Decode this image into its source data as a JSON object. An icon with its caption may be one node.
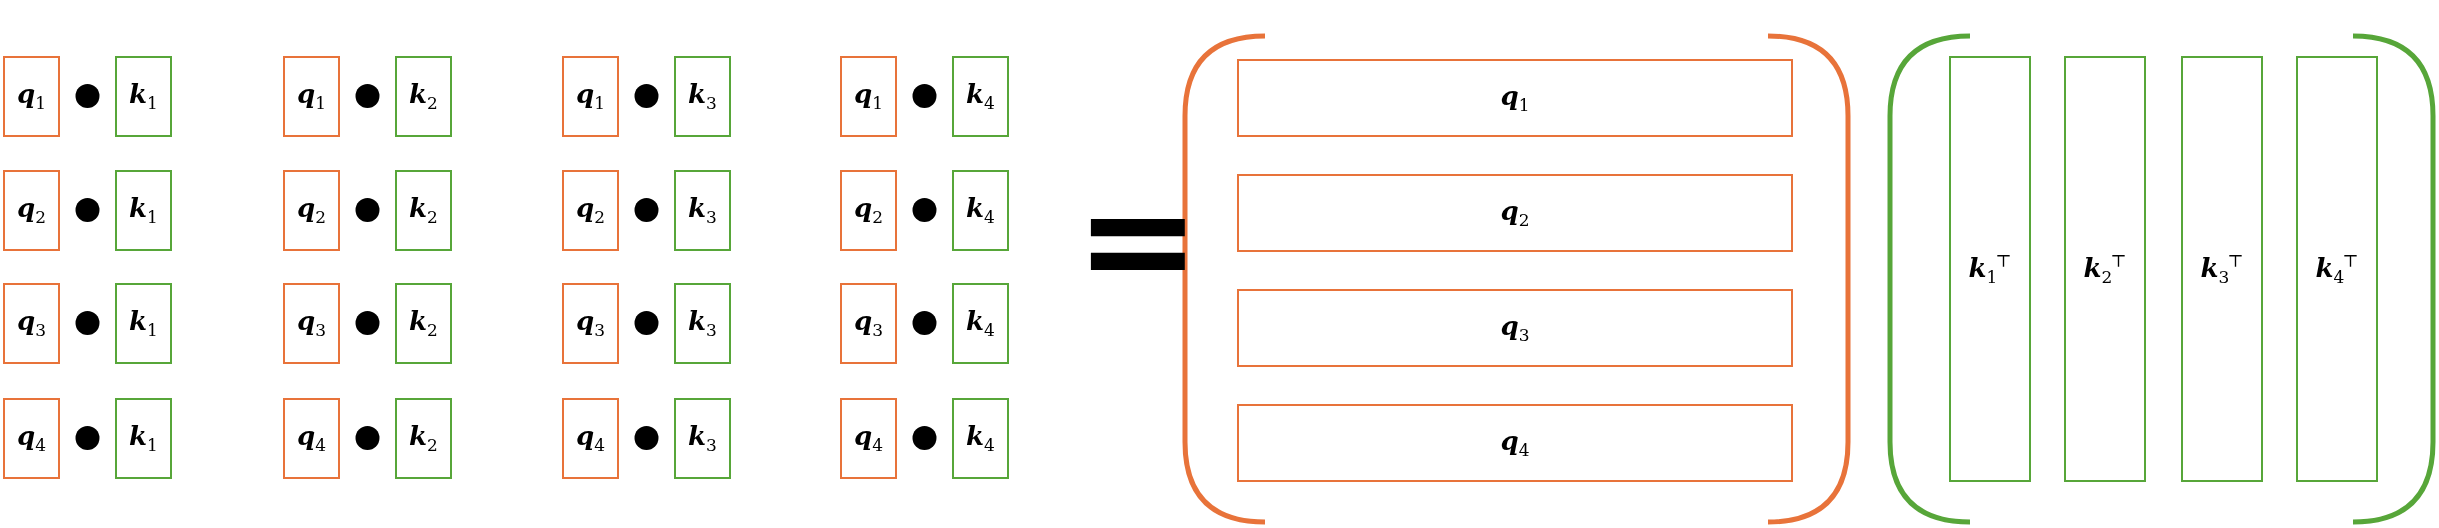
{
  "diagram": {
    "nodes": [
      {
        "text": [
          "q$_{1}$"
        ]
      },
      {
        "text": [
          "k$_{1}$"
        ]
      },
      {
        "text": [
          "q$_{1}$"
        ]
      },
      {
        "text": [
          "k$_{2}$"
        ]
      },
      {
        "text": [
          "q$_{1}$"
        ]
      },
      {
        "text": [
          "k$_{3}$"
        ]
      },
      {
        "text": [
          "q$_{1}$"
        ]
      },
      {
        "text": [
          "k$_{4}$"
        ]
      },
      {
        "text": [
          "q$_{2}$"
        ]
      },
      {
        "text": [
          "k$_{1}$"
        ]
      },
      {
        "text": [
          "q$_{2}$"
        ]
      },
      {
        "text": [
          "k$_{2}$"
        ]
      },
      {
        "text": [
          "q$_{2}$"
        ]
      },
      {
        "text": [
          "k$_{3}$"
        ]
      },
      {
        "text": [
          "q$_{2}$"
        ]
      },
      {
        "text": [
          "k$_{4}$"
        ]
      },
      {
        "text": [
          "q$_{3}$"
        ]
      },
      {
        "text": [
          "k$_{1}$"
        ]
      },
      {
        "text": [
          "q$_{3}$"
        ]
      },
      {
        "text": [
          "k$_{2}$"
        ]
      },
      {
        "text": [
          "q$_{3}$"
        ]
      },
      {
        "text": [
          "k$_{3}$"
        ]
      },
      {
        "text": [
          "q$_{3}$"
        ]
      },
      {
        "text": [
          "k$_{4}$"
        ]
      },
      {
        "text": [
          "q$_{4}$"
        ]
      },
      {
        "text": [
          "k$_{1}$"
        ]
      },
      {
        "text": [
          "q$_{4}$"
        ]
      },
      {
        "text": [
          "k$_{2}$"
        ]
      },
      {
        "text": [
          "q$_{4}$"
        ]
      },
      {
        "text": [
          "k$_{3}$"
        ]
      },
      {
        "text": [
          "q$_{4}$"
        ]
      },
      {
        "text": [
          "k$_{4}$"
        ]
      },
      {
        "text": [
          "q$_{1}$"
        ]
      },
      {
        "text": [
          "q$_{2}$"
        ]
      },
      {
        "text": [
          "q$_{3}$"
        ]
      },
      {
        "text": [
          "q$_{4}$"
        ]
      },
      {
        "text": [
          "k$_{1}$$^{⊤}$"
        ]
      },
      {
        "text": [
          "k$_{2}$$^{⊤}$"
        ]
      },
      {
        "text": [
          "k$_{3}$$^{⊤}$"
        ]
      },
      {
        "text": [
          "k$_{4}$$^{⊤}$"
        ]
      }
    ],
    "labels": [
      "="
    ]
  }
}
